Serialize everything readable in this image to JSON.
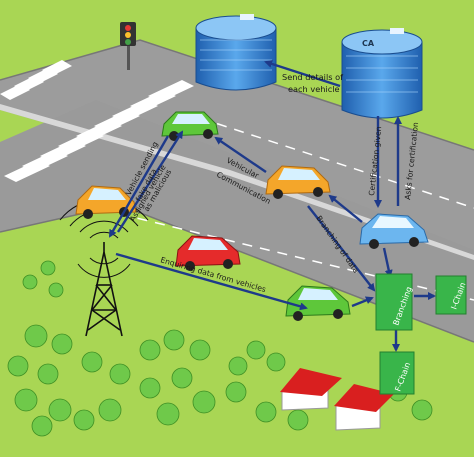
{
  "labels": {
    "send_details": [
      "Send details of",
      "each vehicle"
    ],
    "vehicle_sending": "Vehicle sending",
    "fake_data": "fake data",
    "assigned_vehicle": "Assigned vehicle",
    "as_malicious": "as malicious",
    "vehicular": "Vehicular",
    "communication": "Communication",
    "branching": "Branching of data",
    "enquiring": "Enquiring data from vehicles",
    "certification_given": "Certification given",
    "asks_for_certification": "Asks for certification",
    "ca": "CA",
    "branching_box": "Branching",
    "i_chain": "I-Chain",
    "f_chain": "F-Chain"
  },
  "colors": {
    "grass": "#a9d654",
    "road": "#9a9a9a",
    "arrow": "#1e3a8a",
    "box": "#39b54a",
    "building": "#3e8fdc"
  },
  "icons": [
    "traffic-light-icon",
    "cell-tower-icon",
    "tree-icon",
    "house-icon",
    "car-icon",
    "building-icon"
  ]
}
